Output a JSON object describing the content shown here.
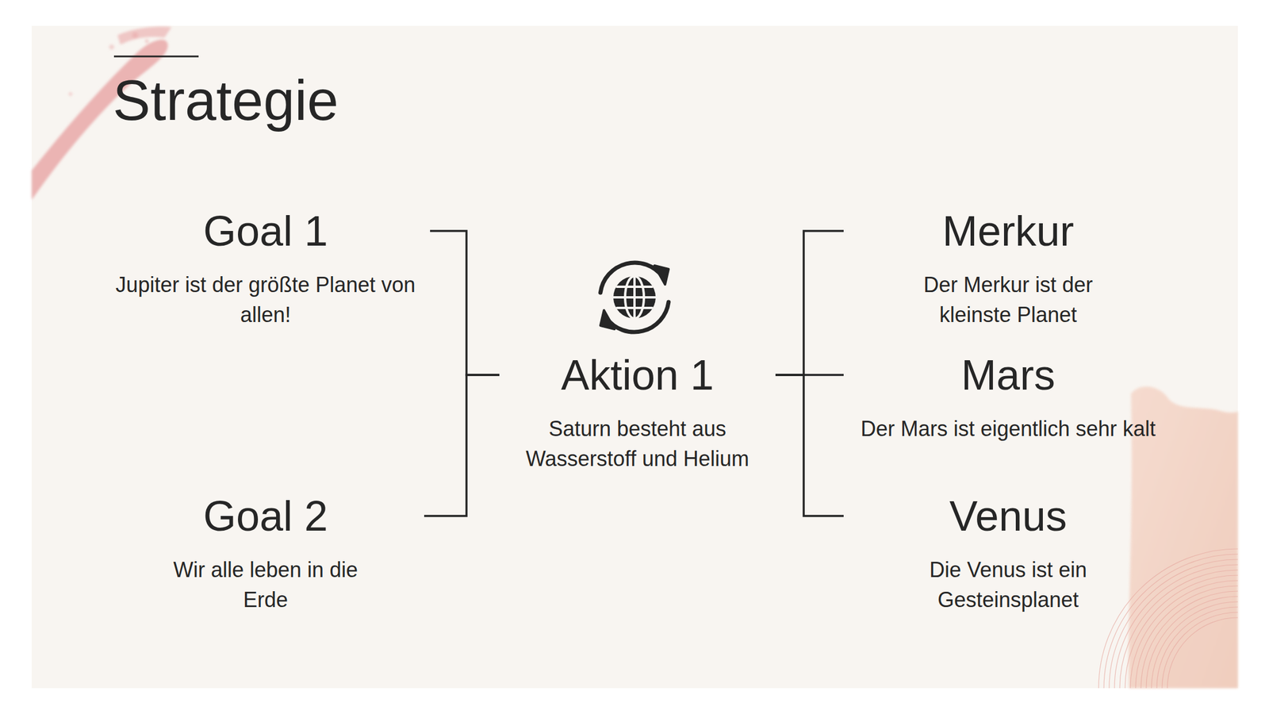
{
  "diagram": {
    "title": "Strategie",
    "nodes": [
      {
        "text": [
          "Goal 1",
          "Jupiter ist der größte Planet von allen!"
        ]
      },
      {
        "text": [
          "Goal 2",
          "Wir alle leben in die Erde"
        ]
      },
      {
        "text": [
          "Aktion 1",
          "Saturn besteht aus Wasserstoff und Helium"
        ]
      },
      {
        "text": [
          "Merkur",
          "Der Merkur ist der kleinste Planet"
        ]
      },
      {
        "text": [
          "Mars",
          "Der Mars ist eigentlich sehr kalt"
        ]
      },
      {
        "text": [
          "Venus",
          "Die Venus ist ein Gesteinsplanet"
        ]
      }
    ],
    "edges": [
      {
        "from": 0,
        "to": 2,
        "arrow": "none"
      },
      {
        "from": 1,
        "to": 2,
        "arrow": "none"
      },
      {
        "from": 2,
        "to": 3,
        "arrow": "none"
      },
      {
        "from": 2,
        "to": 4,
        "arrow": "none"
      },
      {
        "from": 2,
        "to": 5,
        "arrow": "none"
      }
    ]
  }
}
